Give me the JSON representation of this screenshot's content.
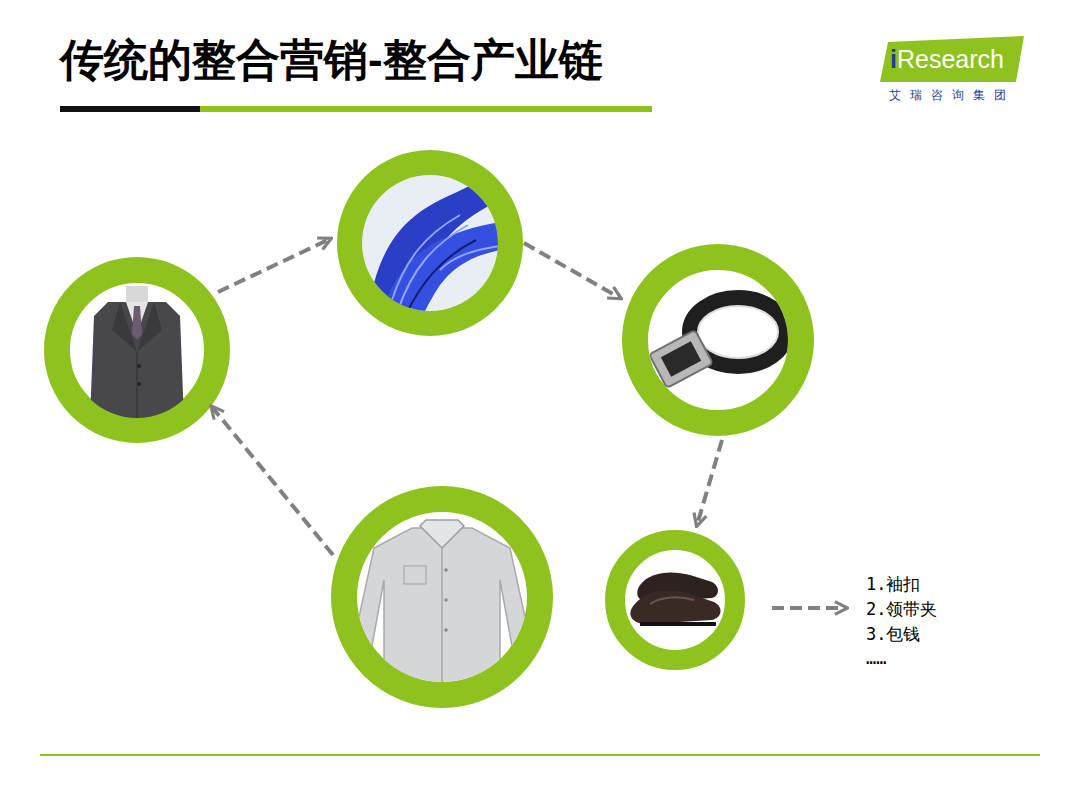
{
  "diagram": {
    "title": "传统的整合营销-整合产业链",
    "labels": [
      "iResearch",
      "艾瑞咨询集团",
      "1.袖扣",
      "2.领带夹",
      "3.包钱",
      "……"
    ]
  }
}
